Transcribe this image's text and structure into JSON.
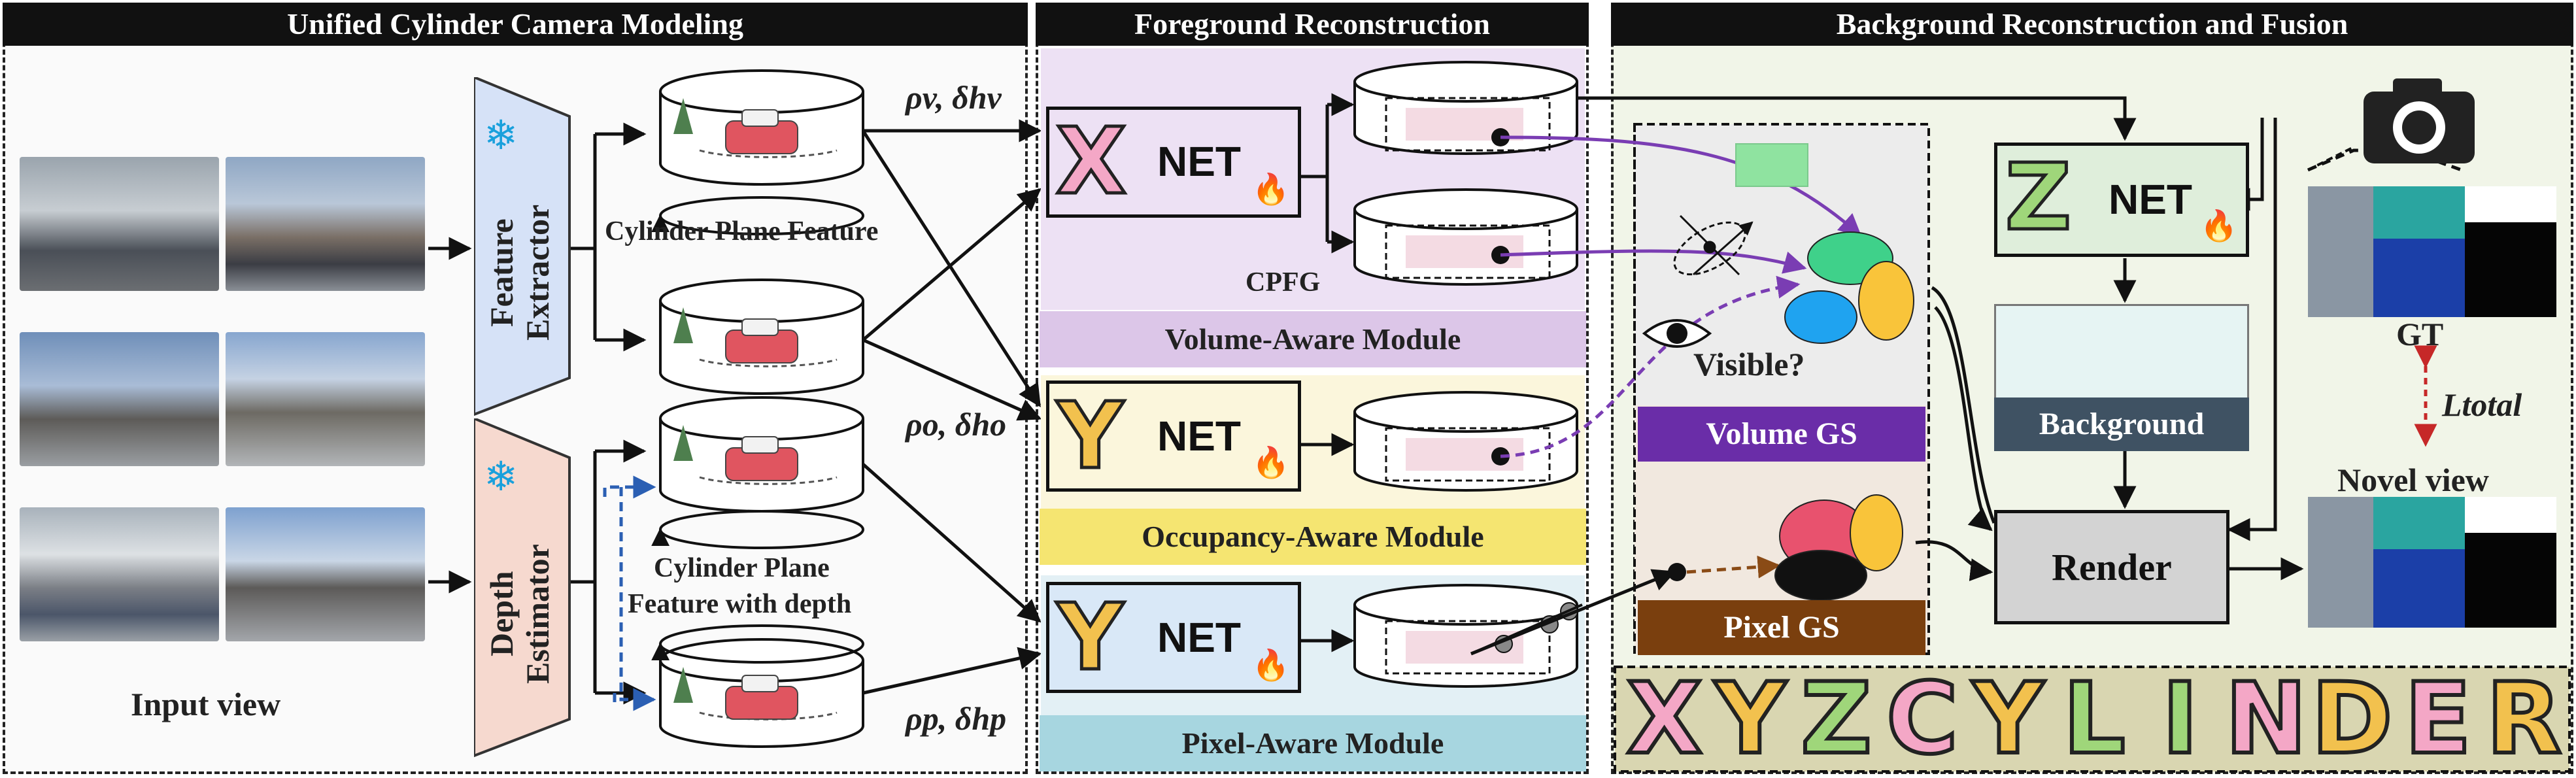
{
  "sections": {
    "left_title": "Unified Cylinder Camera Modeling",
    "mid_title": "Foreground Reconstruction",
    "right_title": "Background Reconstruction and Fusion"
  },
  "left": {
    "input_view": "Input view",
    "feature_extractor": "Feature Extractor",
    "depth_estimator": "Depth Estimator",
    "cylinder_plane_feature": "Cylinder Plane Feature",
    "cylinder_plane_feature_depth_line1": "Cylinder Plane",
    "cylinder_plane_feature_depth_line2": "Feature with depth"
  },
  "params": {
    "v": "ρv, δhv",
    "o": "ρo, δho",
    "p": "ρp, δhp"
  },
  "mid": {
    "net_word": "NET",
    "x_letter": "X",
    "y_letter": "Y",
    "cpfg": "CPFG",
    "volume_module": "Volume-Aware Module",
    "occupancy_module": "Occupancy-Aware Module",
    "pixel_module": "Pixel-Aware Module"
  },
  "right": {
    "z_letter": "Z",
    "net_word": "NET",
    "visible": "Visible?",
    "volume_gs": "Volume GS",
    "pixel_gs": "Pixel GS",
    "background": "Background",
    "render": "Render",
    "gt": "GT",
    "novel_view": "Novel view",
    "loss": "Ltotal"
  },
  "brand": {
    "letters": [
      "X",
      "Y",
      "Z",
      "C",
      "Y",
      "L",
      "I",
      "N",
      "D",
      "E",
      "R"
    ],
    "colors": [
      "#f4a7c6",
      "#f2c14e",
      "#9fd67a",
      "#f4a7c6",
      "#f2c14e",
      "#9fd67a",
      "#9fd67a",
      "#f4a7c6",
      "#f2c14e",
      "#f4a7c6",
      "#f2c14e"
    ]
  },
  "icons": {
    "snowflake": "snowflake-icon",
    "fire": "fire-icon",
    "camera": "camera-icon",
    "eye": "eye-icon",
    "cloud": "cloud-icon"
  }
}
